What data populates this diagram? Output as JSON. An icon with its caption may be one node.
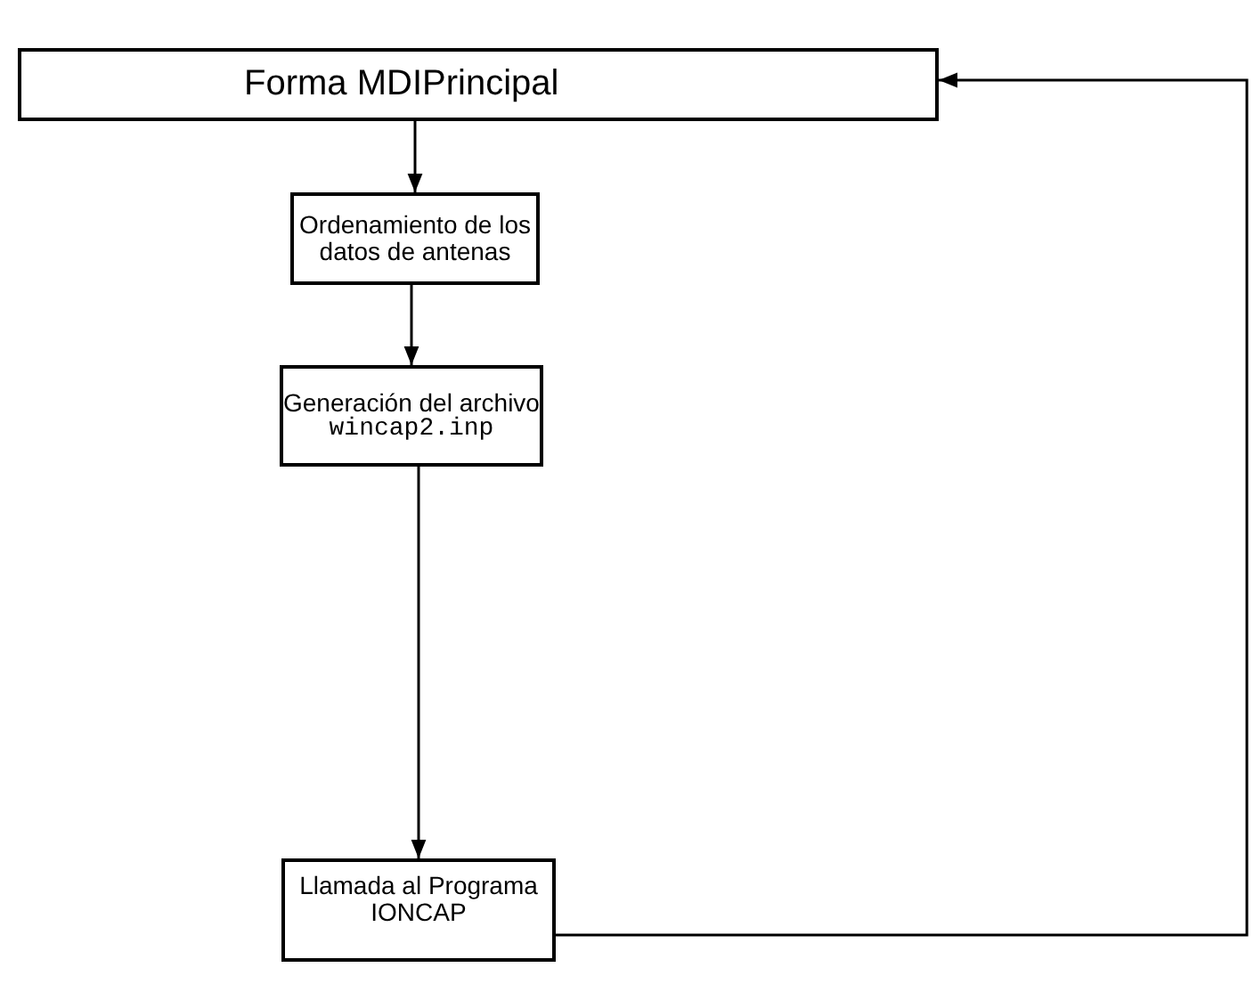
{
  "diagram": {
    "nodes": [
      {
        "text": [
          "Forma MDIPrincipal"
        ]
      },
      {
        "text": [
          "Ordenamiento de los datos de antenas"
        ]
      },
      {
        "text": [
          "Generación del archivo",
          "wincap2.inp"
        ]
      },
      {
        "text": [
          "Llamada al Programa IONCAP"
        ]
      }
    ],
    "edges": [
      {
        "from": 0,
        "to": 1,
        "arrow": "to"
      },
      {
        "from": 1,
        "to": 2,
        "arrow": "to"
      },
      {
        "from": 2,
        "to": 3,
        "arrow": "to"
      },
      {
        "from": 3,
        "to": 0,
        "arrow": "to"
      }
    ]
  }
}
